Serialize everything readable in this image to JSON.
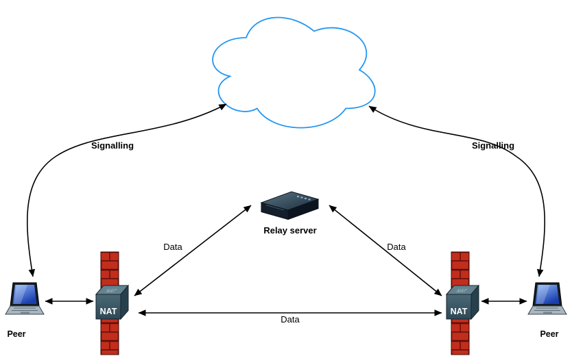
{
  "diagram": {
    "type": "network-topology",
    "nodes": {
      "cloud": {
        "label": "",
        "shape": "cloud"
      },
      "relay_server": {
        "label": "Relay server"
      },
      "nat_left": {
        "label": "NAT"
      },
      "nat_right": {
        "label": "NAT"
      },
      "firewall_left": {
        "label": ""
      },
      "firewall_right": {
        "label": ""
      },
      "peer_left": {
        "label": "Peer"
      },
      "peer_right": {
        "label": "Peer"
      }
    },
    "edges": {
      "signalling_left": {
        "label": "Signalling",
        "from": "peer_left",
        "to": "cloud",
        "style": "curved",
        "arrows": "both"
      },
      "signalling_right": {
        "label": "Signalling",
        "from": "peer_right",
        "to": "cloud",
        "style": "curved",
        "arrows": "both"
      },
      "data_left": {
        "label": "Data",
        "from": "nat_left",
        "to": "relay_server",
        "style": "straight",
        "arrows": "both"
      },
      "data_right": {
        "label": "Data",
        "from": "relay_server",
        "to": "nat_right",
        "style": "straight",
        "arrows": "both"
      },
      "data_direct": {
        "label": "Data",
        "from": "nat_left",
        "to": "nat_right",
        "style": "straight",
        "arrows": "both"
      },
      "peer_left_link": {
        "label": "",
        "from": "peer_left",
        "to": "nat_left",
        "style": "straight",
        "arrows": "both"
      },
      "peer_right_link": {
        "label": "",
        "from": "nat_right",
        "to": "peer_right",
        "style": "straight",
        "arrows": "both"
      }
    },
    "colors": {
      "background": "#ffffff",
      "cloud_stroke": "#2196f3",
      "arrow": "#000000",
      "label_text": "#000000",
      "firewall_brick": "#c22d1c",
      "firewall_mortar": "#5c0f08",
      "nat_front": "#3d5766",
      "nat_top": "#64828f",
      "nat_side": "#27404e",
      "nat_label_text": "#ffffff",
      "server_top": "#416072",
      "server_front": "#141f2b",
      "laptop_screen_blue": "#2353c4",
      "laptop_base": "#aab6bf"
    }
  }
}
